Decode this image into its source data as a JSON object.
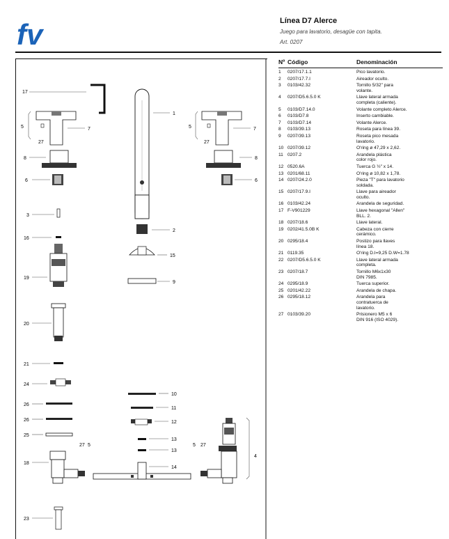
{
  "logo": {
    "text": "fv",
    "color": "#1b63b8"
  },
  "header": {
    "title": "Línea D7 Alerce",
    "subtitle": "Juego para lavatorio, desagüe con tapita.",
    "art": "Art. 0207"
  },
  "table": {
    "col_no": "Nº",
    "col_code": "Código",
    "col_name": "Denominación",
    "rows": [
      {
        "no": "1",
        "code": "0207/17.1.1",
        "name": "Pico lavatorio."
      },
      {
        "no": "2",
        "code": "0207/17.7.I",
        "name": "Aireador oculto."
      },
      {
        "no": "3",
        "code": "0103/42.32",
        "name": "Tornillo 5/32\" para"
      },
      {
        "no": "",
        "code": "",
        "name": "volante."
      },
      {
        "no": "4",
        "code": "0207/D5.6.5.0 K",
        "name": "Llave lateral armada"
      },
      {
        "no": "",
        "code": "",
        "name": "completa (caliente)."
      },
      {
        "no": "5",
        "code": "0103/D7.14.0",
        "name": "Volante completo Alerce."
      },
      {
        "no": "6",
        "code": "0103/D7.8",
        "name": "Inserto cambiable."
      },
      {
        "no": "7",
        "code": "0103/D7.14",
        "name": "Volante Alerce."
      },
      {
        "no": "8",
        "code": "0103/39.13",
        "name": "Roseta para línea 39."
      },
      {
        "no": "9",
        "code": "0207/39.13",
        "name": "Roseta pico mesada"
      },
      {
        "no": "",
        "code": "",
        "name": "lavatorio."
      },
      {
        "no": "10",
        "code": "0207/39.12",
        "name": "O'ring ø 47,29 x 2,62."
      },
      {
        "no": "11",
        "code": "0207.2",
        "name": "Arandela plástica"
      },
      {
        "no": "",
        "code": "",
        "name": "color rojo."
      },
      {
        "no": "12",
        "code": "0520.6A",
        "name": "Tuerca G ½\" x 14."
      },
      {
        "no": "13",
        "code": "0201/68.11",
        "name": "O'ring ø 10,82 x 1,78."
      },
      {
        "no": "14",
        "code": "0207/24.2.0",
        "name": "Pieza \"T\" para lavatorio"
      },
      {
        "no": "",
        "code": "",
        "name": "soldada."
      },
      {
        "no": "15",
        "code": "0207/17.9.I",
        "name": "Llave para aireador"
      },
      {
        "no": "",
        "code": "",
        "name": "oculto."
      },
      {
        "no": "16",
        "code": "0103/42.24",
        "name": "Arandela de seguridad."
      },
      {
        "no": "17",
        "code": "F-V901229",
        "name": "Llave hexagonal \"Allen\""
      },
      {
        "no": "",
        "code": "",
        "name": "BLL. 2."
      },
      {
        "no": "18",
        "code": "0207/18.6",
        "name": "Llave lateral."
      },
      {
        "no": "19",
        "code": "0202/41.5.0B K",
        "name": "Cabeza con cierre"
      },
      {
        "no": "",
        "code": "",
        "name": "cerámico."
      },
      {
        "no": "20",
        "code": "0295/18.4",
        "name": "Postizo para llaves"
      },
      {
        "no": "",
        "code": "",
        "name": "línea 18."
      },
      {
        "no": "21",
        "code": "0119.35",
        "name": "O'ring D.I=9,25 D.W=1.78"
      },
      {
        "no": "22",
        "code": "0207/D5.6.5.0 K",
        "name": "Llave lateral armada"
      },
      {
        "no": "",
        "code": "",
        "name": "completa."
      },
      {
        "no": "23",
        "code": "0207/18.7",
        "name": "Tornillo M6x1x30"
      },
      {
        "no": "",
        "code": "",
        "name": "DIN 7985."
      },
      {
        "no": "24",
        "code": "0295/18.9",
        "name": "Tuerca superior."
      },
      {
        "no": "25",
        "code": "0201/42.22",
        "name": "Arandela de chapa."
      },
      {
        "no": "26",
        "code": "0295/18.12",
        "name": "Arandela para"
      },
      {
        "no": "",
        "code": "",
        "name": "contratuerca de"
      },
      {
        "no": "",
        "code": "",
        "name": "lavatorio."
      },
      {
        "no": "27",
        "code": "0103/39.20",
        "name": "Prisionero M5 x 6"
      },
      {
        "no": "",
        "code": "",
        "name": "DIN 916 (ISO 4029)."
      }
    ]
  },
  "callouts": [
    "1",
    "2",
    "3",
    "4",
    "5",
    "5",
    "5",
    "5",
    "6",
    "6",
    "7",
    "7",
    "8",
    "8",
    "9",
    "10",
    "11",
    "12",
    "13",
    "13",
    "14",
    "15",
    "16",
    "17",
    "18",
    "19",
    "20",
    "21",
    "23",
    "24",
    "25",
    "26",
    "26",
    "27",
    "27",
    "27",
    "27"
  ]
}
